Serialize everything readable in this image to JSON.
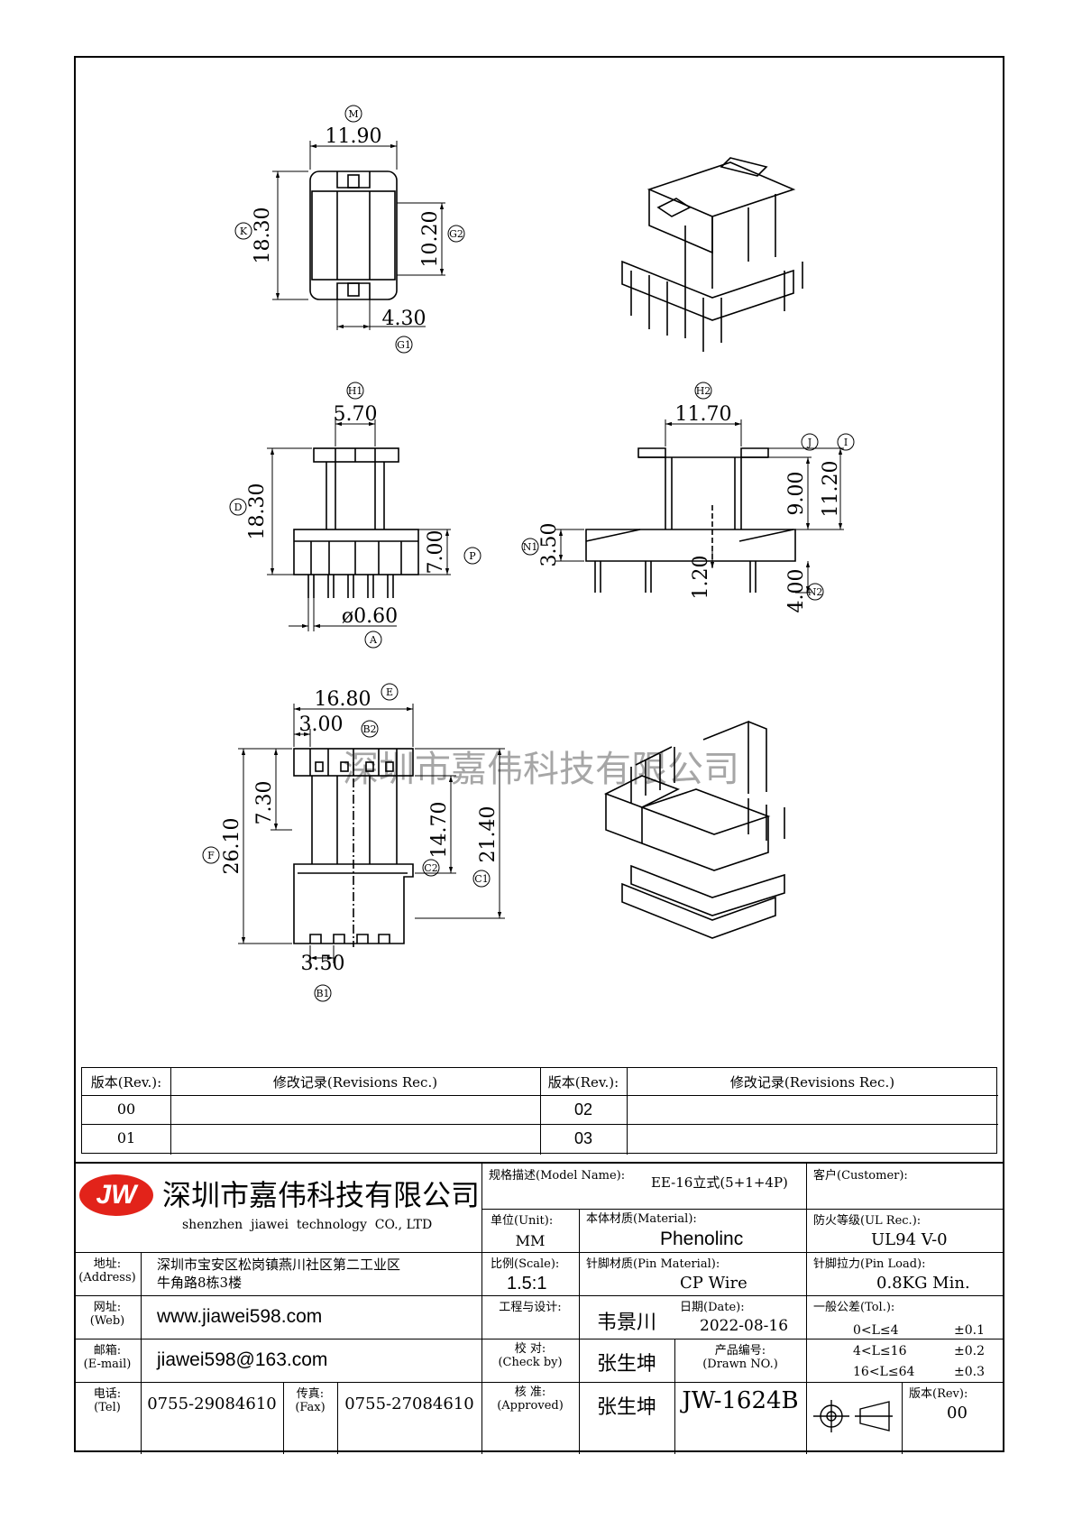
{
  "dimensions": {
    "M": "11.90",
    "K": "18.30",
    "G2": "10.20",
    "G1": "4.30",
    "H1": "5.70",
    "D": "18.30",
    "P": "7.00",
    "A": "ø0.60",
    "H2": "11.70",
    "J": "9.00",
    "I": "11.20",
    "N1": "3.50",
    "N1b": "1.20",
    "N2": "4.00",
    "E": "16.80",
    "B2": "3.00",
    "F": "26.10",
    "B": "7.30",
    "C2": "14.70",
    "C1": "21.40",
    "B1": "3.50"
  },
  "markers": {
    "M": "M",
    "K": "K",
    "G2": "G2",
    "G1": "G1",
    "H1": "H1",
    "D": "D",
    "P": "P",
    "A": "A",
    "H2": "H2",
    "J": "J",
    "I": "I",
    "N1": "N1",
    "N2": "N2",
    "E": "E",
    "B2": "B2",
    "F": "F",
    "C2": "C2",
    "C1": "C1",
    "B1": "B1"
  },
  "watermark": "深圳市嘉伟科技有限公司",
  "revisions": {
    "col_rev": "版本(Rev.):",
    "col_rec": "修改记录(Revisions Rec.)",
    "rows": [
      {
        "left": "00",
        "right": "02"
      },
      {
        "left": "01",
        "right": "03"
      }
    ]
  },
  "company": {
    "logo": "JW",
    "name_cn": "深圳市嘉伟科技有限公司",
    "name_en": "shenzhen  jiawei  technology  CO., LTD",
    "address_label": "地址:",
    "address_label_en": "(Address)",
    "address_line1": "深圳市宝安区松岗镇燕川社区第二工业区",
    "address_line2": "牛角路8栋3楼",
    "web_label": "网址:",
    "web_label_en": "(Web)",
    "web": "www.jiawei598.com",
    "email_label": "邮箱:",
    "email_label_en": "(E-mail)",
    "email": "jiawei598@163.com",
    "tel_label": "电话:",
    "tel_label_en": "(Tel)",
    "tel": "0755-29084610",
    "fax_label": "传真:",
    "fax_label_en": "(Fax)",
    "fax": "0755-27084610"
  },
  "titleblock": {
    "model_label": "规格描述(Model Name):",
    "model": "EE-16立式(5+1+4P)",
    "customer_label": "客户(Customer):",
    "unit_label": "单位(Unit):",
    "unit": "MM",
    "material_label": "本体材质(Material):",
    "material": "Phenolinc",
    "ul_label": "防火等级(UL Rec.):",
    "ul": "UL94 V-0",
    "scale_label": "比例(Scale):",
    "scale": "1.5:1",
    "pin_material_label": "针脚材质(Pin Material):",
    "pin_material": "CP Wire",
    "pin_load_label": "针脚拉力(Pin Load):",
    "pin_load": "0.8KG Min.",
    "design_label": "工程与设计:",
    "designer": "韦景川",
    "date_label": "日期(Date):",
    "date": "2022-08-16",
    "tol_label": "一般公差(Tol.):",
    "tol1_range": "0<L≤4",
    "tol1": "±0.1",
    "tol2_range": "4<L≤16",
    "tol2": "±0.2",
    "tol3_range": "16<L≤64",
    "tol3": "±0.3",
    "check_label": "校  对:",
    "check_label_en": "(Check by)",
    "checker": "张生坤",
    "drawn_label": "产品编号:",
    "drawn_label_en": "(Drawn NO.)",
    "approve_label": "核  准:",
    "approve_label_en": "(Approved)",
    "approver": "张生坤",
    "drawing_no": "JW-1624B",
    "rev_label": "版本(Rev):",
    "rev": "00"
  }
}
